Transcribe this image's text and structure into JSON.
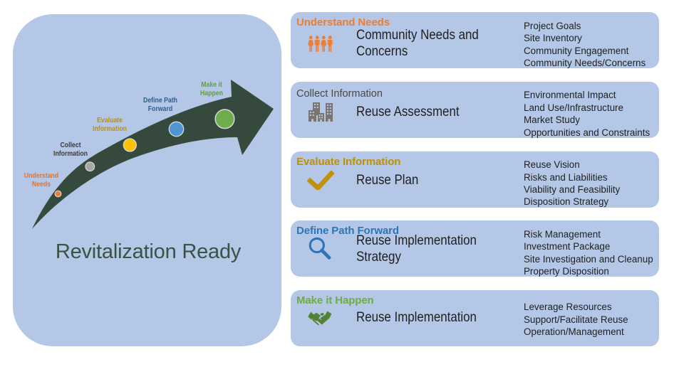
{
  "slide": {
    "background": "#ffffff",
    "panel_color": "#B4C7E7",
    "arrow_color": "#36493D"
  },
  "panel": {
    "title": "Revitalization Ready",
    "title_color": "#3A5244",
    "stages": [
      {
        "line1": "Understand",
        "line2": "Needs",
        "color": "#E4732A",
        "dot_color": "#ED7D31"
      },
      {
        "line1": "Collect",
        "line2": "Information",
        "color": "#3B3B3B",
        "dot_color": "#A6A6A6"
      },
      {
        "line1": "Evaluate",
        "line2": "Information",
        "color": "#BF9000",
        "dot_color": "#FFC000"
      },
      {
        "line1": "Define Path",
        "line2": "Forward",
        "color": "#2F5D8C",
        "dot_color": "#4E95D3"
      },
      {
        "line1": "Make it",
        "line2": "Happen",
        "color": "#63A03E",
        "dot_color": "#6CAE4B"
      }
    ]
  },
  "rows": [
    {
      "header": "Understand Needs",
      "header_color": "#ED7D31",
      "icon": "people-icon",
      "label": "Community Needs and Concerns",
      "items": [
        "Project Goals",
        "Site Inventory",
        "Community Engagement",
        "Community Needs/Concerns"
      ]
    },
    {
      "header": "Collect Information",
      "header_color": "#4A4845",
      "icon": "buildings-icon",
      "label": "Reuse Assessment",
      "items": [
        "Environmental Impact",
        "Land Use/Infrastructure",
        "Market Study",
        "Opportunities and Constraints"
      ]
    },
    {
      "header": "Evaluate Information",
      "header_color": "#BF9000",
      "icon": "checkmark-icon",
      "label": "Reuse Plan",
      "items": [
        "Reuse Vision",
        "Risks and Liabilities",
        "Viability and Feasibility",
        "Disposition Strategy"
      ]
    },
    {
      "header": "Define Path Forward",
      "header_color": "#2E75B6",
      "icon": "magnifier-icon",
      "label": "Reuse Implementation Strategy",
      "items": [
        "Risk Management",
        "Investment Package",
        "Site Investigation and Cleanup",
        "Property Disposition"
      ]
    },
    {
      "header": "Make it Happen",
      "header_color": "#6FAC44",
      "icon": "handshake-icon",
      "label": "Reuse Implementation",
      "items": [
        "Leverage Resources",
        "Support/Facilitate Reuse",
        "Operation/Management"
      ]
    }
  ]
}
